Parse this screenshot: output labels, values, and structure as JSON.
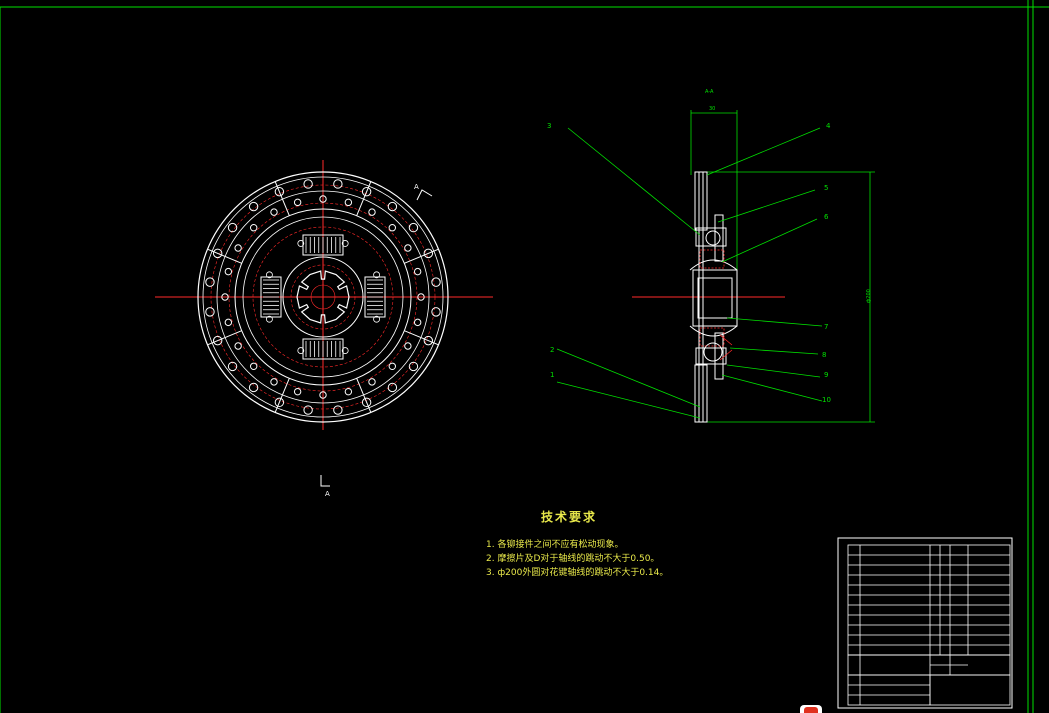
{
  "notes": {
    "title": "技术要求",
    "items": [
      "1. 各铆接件之间不应有松动现象。",
      "2. 摩擦片及D对于轴线的跳动不大于0.50。",
      "3. ф200外圆对花键轴线的跳动不大于0.14。"
    ]
  },
  "callouts": [
    "1",
    "2",
    "3",
    "4",
    "5",
    "6",
    "7",
    "8",
    "9",
    "10"
  ],
  "colors": {
    "green": "#00e000",
    "red": "#ff2a2a",
    "white": "#ffffff",
    "yellow": "#e8e84a"
  }
}
